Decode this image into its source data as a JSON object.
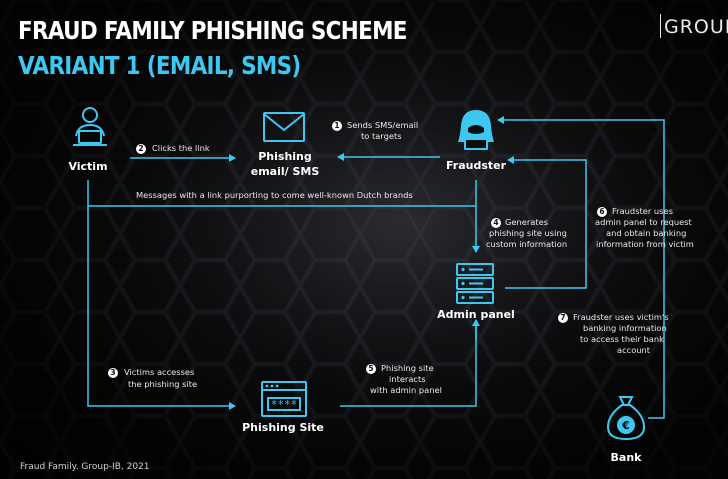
{
  "title": "FRAUD FAMILY PHISHING SCHEME",
  "subtitle": "VARIANT 1 (EMAIL, SMS)",
  "logo": "GROUP",
  "footer": "Fraud Family. Group-IB, 2021",
  "colors": {
    "arrow": "#3cc8f0",
    "accent_text": "#3cc8f0",
    "background": "#0d0e10"
  },
  "nodes": {
    "victim": "Victim",
    "phishing_email_line1": "Phishing",
    "phishing_email_line2": "email/ SMS",
    "fraudster": "Fraudster",
    "admin_panel": "Admin panel",
    "phishing_site": "Phishing Site",
    "bank": "Bank"
  },
  "steps": [
    {
      "num": "1",
      "lines": [
        "Sends SMS/email",
        "to targets"
      ]
    },
    {
      "num": "2",
      "lines": [
        "Clicks the link"
      ]
    },
    {
      "num": "3",
      "lines": [
        "Victims  accesses",
        "the phishing site"
      ]
    },
    {
      "num": "4",
      "lines": [
        "Generates",
        "phishing site using",
        "custom information"
      ]
    },
    {
      "num": "5",
      "lines": [
        "Phishing site",
        "interacts",
        "with admin panel"
      ]
    },
    {
      "num": "6",
      "lines": [
        "Fraudster uses",
        "admin panel to request",
        "and obtain banking",
        "information from victim"
      ]
    },
    {
      "num": "7",
      "lines": [
        "Fraudster uses victim's",
        "banking information",
        "to access their bank",
        "account"
      ]
    }
  ],
  "messages_label": "Messages with a link purporting to come well-known Dutch brands",
  "icons": [
    "person-laptop-icon",
    "envelope-icon",
    "hacker-icon",
    "server-icon",
    "browser-password-icon",
    "money-bag-euro-icon"
  ],
  "bank_symbol": "€",
  "password_mask": "****"
}
